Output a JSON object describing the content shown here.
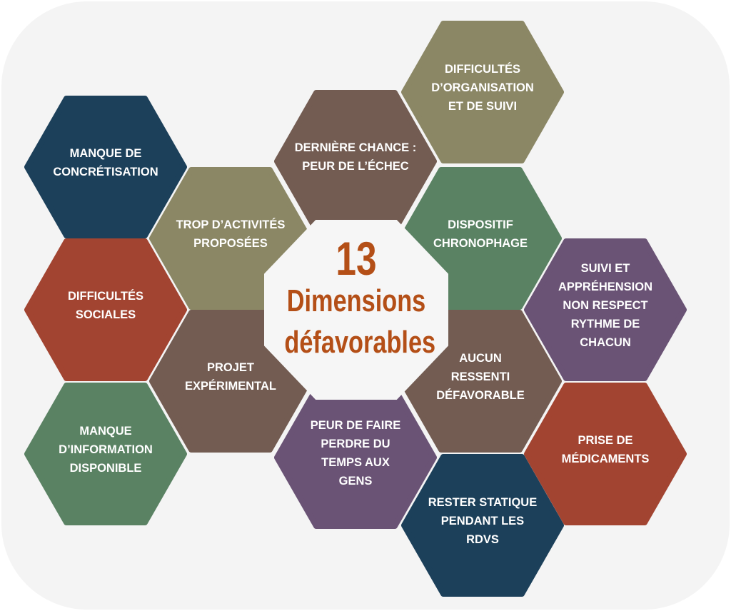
{
  "title": {
    "number": "13",
    "line1": "Dimensions",
    "line2": "défavorables"
  },
  "colors": {
    "navy": "#1c405a",
    "rust": "#a24431",
    "green": "#5a8263",
    "olive": "#8b8765",
    "brown": "#735c52",
    "purple": "#6a5375",
    "title": "#b44f17",
    "background": "#f4f4f4"
  },
  "dimensions": [
    {
      "label": "MANQUE DE\nCONCRÉTISATION",
      "color": "navy"
    },
    {
      "label": "DIFFICULTÉS\nSOCIALES",
      "color": "rust"
    },
    {
      "label": "MANQUE\nD’INFORMATION\nDISPONIBLE",
      "color": "green"
    },
    {
      "label": "TROP D’ACTIVITÉS\nPROPOSÉES",
      "color": "olive"
    },
    {
      "label": "PROJET\nEXPÉRIMENTAL",
      "color": "brown"
    },
    {
      "label": "DERNIÈRE CHANCE :\nPEUR DE L’ÉCHEC",
      "color": "brown"
    },
    {
      "label": "PEUR DE FAIRE\nPERDRE DU\nTEMPS AUX\nGENS",
      "color": "purple"
    },
    {
      "label": "DIFFICULTÉS\nD’ORGANISATION\nET DE SUIVI",
      "color": "olive"
    },
    {
      "label": "DISPOSITIF\nCHRONOPHAGE",
      "color": "green"
    },
    {
      "label": "AUCUN\nRESSENTI\nDÉFAVORABLE",
      "color": "brown"
    },
    {
      "label": "RESTER STATIQUE\nPENDANT LES\nRDVS",
      "color": "navy"
    },
    {
      "label": "SUIVI ET\nAPPRÉHENSION\nNON RESPECT\nRYTHME DE\nCHACUN",
      "color": "purple"
    },
    {
      "label": "PRISE DE\nMÉDICAMENTS",
      "color": "rust"
    }
  ]
}
